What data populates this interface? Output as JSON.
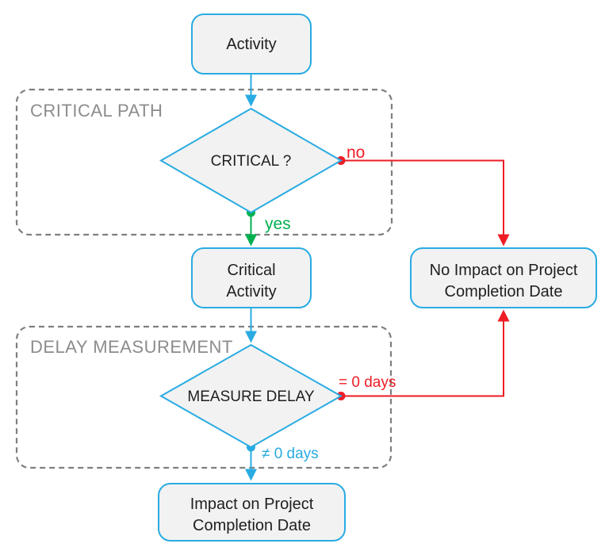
{
  "colors": {
    "node_border": "#29abe2",
    "node_fill": "#f2f2f2",
    "container_border": "#7f7f7f",
    "container_label": "#8c8c8c",
    "edge_blue": "#29abe2",
    "edge_red": "#ee1c25",
    "edge_green": "#00b050",
    "text": "#1f1f1f"
  },
  "containers": {
    "critical_path": {
      "label": "CRITICAL PATH"
    },
    "delay_measurement": {
      "label": "DELAY MEASUREMENT"
    }
  },
  "nodes": {
    "activity": {
      "label": "Activity"
    },
    "critical_decision": {
      "label": "CRITICAL ?"
    },
    "critical_activity": {
      "line1": "Critical",
      "line2": "Activity"
    },
    "measure_delay_decision": {
      "label": "MEASURE DELAY"
    },
    "no_impact": {
      "line1": "No Impact on Project",
      "line2": "Completion Date"
    },
    "impact": {
      "line1": "Impact on Project",
      "line2": "Completion Date"
    }
  },
  "edges": {
    "no": {
      "label": "no",
      "color": "#ee1c25"
    },
    "yes": {
      "label": "yes",
      "color": "#00b050"
    },
    "zero_days": {
      "label": "= 0 days",
      "color": "#ee1c25"
    },
    "not_zero_days": {
      "label": "≠ 0 days",
      "color": "#29abe2"
    }
  }
}
